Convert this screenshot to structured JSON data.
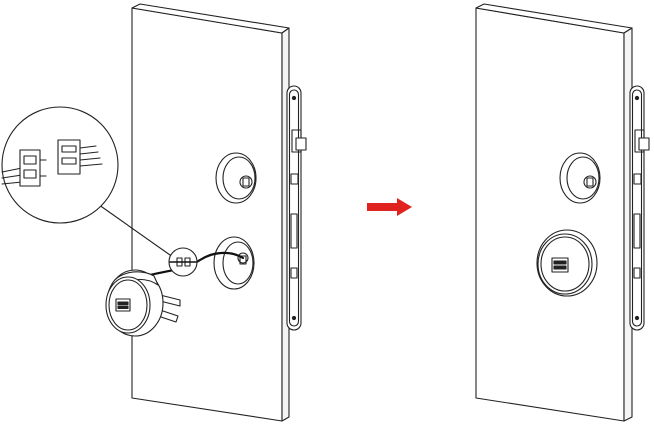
{
  "diagram": {
    "steps": [
      {
        "state": "before",
        "parts": [
          "door",
          "mortise-lock",
          "deadbolt-thumbturn",
          "handle-hole",
          "cable-connector",
          "usb-reader-unit"
        ]
      },
      {
        "state": "after",
        "parts": [
          "door",
          "mortise-lock",
          "deadbolt-thumbturn",
          "usb-reader-installed"
        ]
      }
    ],
    "arrow_color": "#e0231e",
    "line_color": "#222222",
    "connector_callout": "connector-zoom"
  }
}
